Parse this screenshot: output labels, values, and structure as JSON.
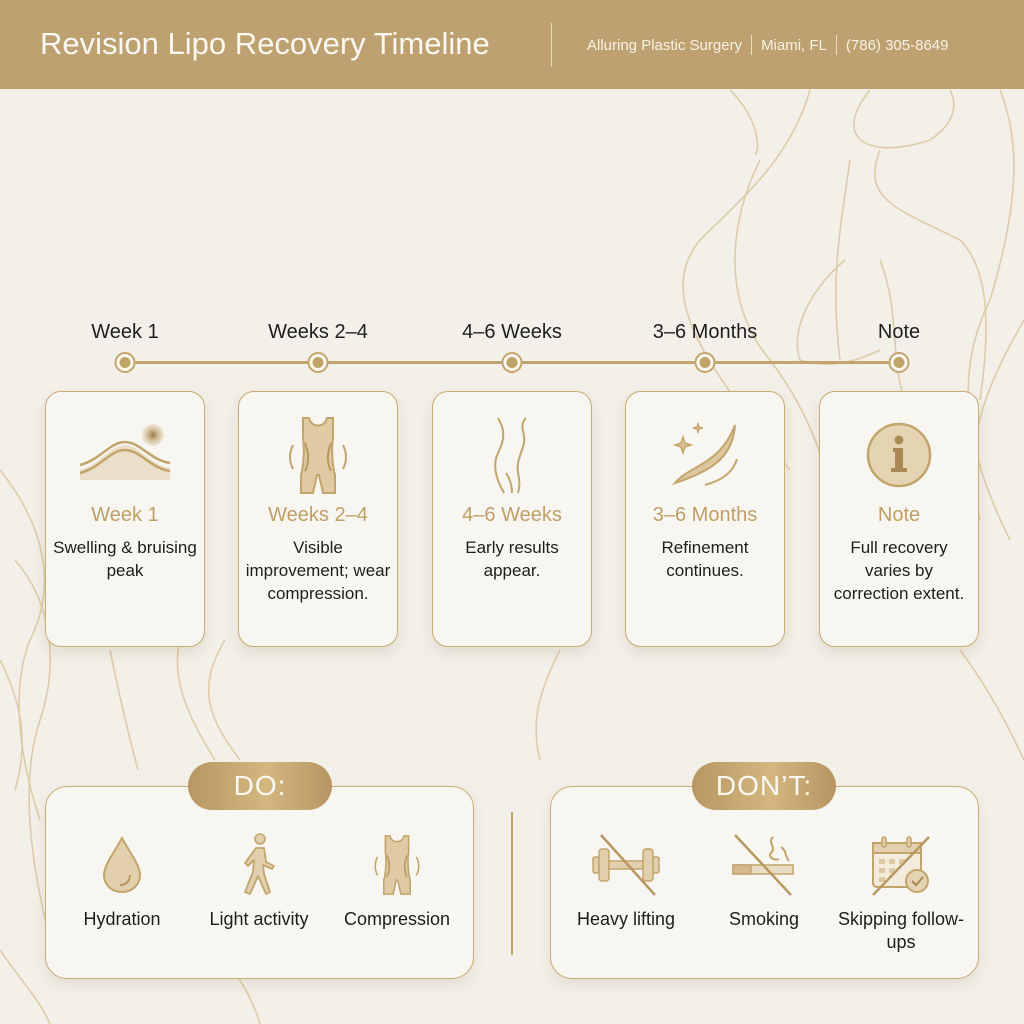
{
  "header": {
    "title": "Revision Lipo Recovery Timeline",
    "practice": "Alluring Plastic Surgery",
    "location": "Miami, FL",
    "phone": "(786) 305-8649"
  },
  "colors": {
    "header_bg": "#bda171",
    "accent_gold": "#c2a56c",
    "card_title": "#bf9f66",
    "background": "#f3f0e9"
  },
  "timeline": {
    "stages": [
      {
        "label": "Week 1"
      },
      {
        "label": "Weeks 2–4"
      },
      {
        "label": "4–6 Weeks"
      },
      {
        "label": "3–6 Months"
      },
      {
        "label": "Note"
      }
    ]
  },
  "cards": [
    {
      "icon": "swelling-wave-icon",
      "title": "Week 1",
      "desc": "Swelling & bruising peak"
    },
    {
      "icon": "compression-garment-icon",
      "title": "Weeks 2–4",
      "desc": "Visible improvement; wear compression."
    },
    {
      "icon": "body-silhouette-icon",
      "title": "4–6 Weeks",
      "desc": "Early results appear."
    },
    {
      "icon": "sparkle-swoosh-icon",
      "title": "3–6 Months",
      "desc": "Refinement continues."
    },
    {
      "icon": "info-icon",
      "title": "Note",
      "desc": "Full recovery varies by correction extent."
    }
  ],
  "do": {
    "label": "DO:",
    "items": [
      {
        "icon": "water-drop-icon",
        "label": "Hydration"
      },
      {
        "icon": "walking-person-icon",
        "label": "Light activity"
      },
      {
        "icon": "compression-garment-icon",
        "label": "Compression"
      }
    ]
  },
  "dont": {
    "label": "DON’T:",
    "items": [
      {
        "icon": "no-dumbbell-icon",
        "label": "Heavy lifting"
      },
      {
        "icon": "no-smoking-icon",
        "label": "Smoking"
      },
      {
        "icon": "no-calendar-icon",
        "label": "Skipping follow-ups"
      }
    ]
  }
}
